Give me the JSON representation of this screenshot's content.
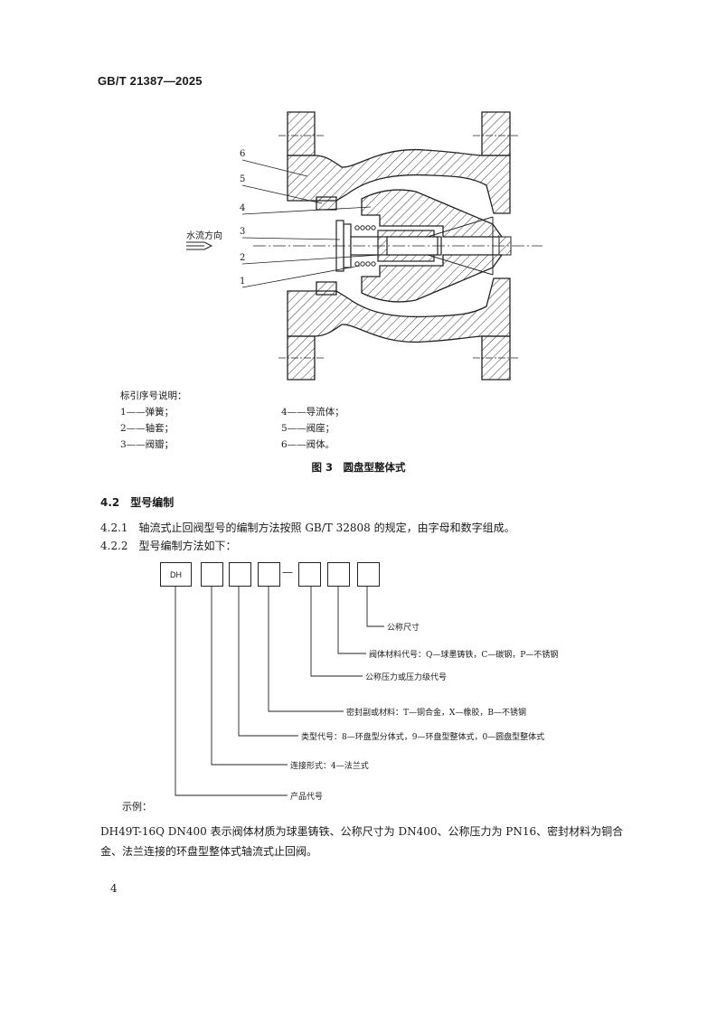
{
  "header": {
    "standard_no": "GB/T 21387—2025"
  },
  "figure": {
    "flow_direction_label": "水流方向",
    "callout_numbers": [
      "6",
      "5",
      "4",
      "3",
      "2",
      "1"
    ],
    "legend_title": "标引序号说明：",
    "legend_items": [
      {
        "text": "1——弹簧；"
      },
      {
        "text": "2——轴套；"
      },
      {
        "text": "3——阀瓣；"
      },
      {
        "text": "4——导流体；"
      },
      {
        "text": "5——阀座；"
      },
      {
        "text": "6——阀体。"
      }
    ],
    "caption": "图 3　圆盘型整体式"
  },
  "section": {
    "heading": "4.2　型号编制",
    "p1": "4.2.1　轴流式止回阀型号的编制方法按照 GB/T 32808 的规定，由字母和数字组成。",
    "p2": "4.2.2　型号编制方法如下："
  },
  "code_diagram": {
    "first_box": "DH",
    "dash": "—",
    "labels": [
      "公称尺寸",
      "阀体材料代号：Q—球墨铸铁，C—碳钢，P—不锈钢",
      "公称压力或压力级代号",
      "密封副或材料：T—铜合金，X—橡胶，B—不锈钢",
      "类型代号：8—环盘型分体式，9—环盘型整体式，0—圆盘型整体式",
      "连接形式：4—法兰式",
      "产品代号"
    ]
  },
  "example": {
    "label": "示例：",
    "text": "DH49T-16Q DN400 表示阀体材质为球墨铸铁、公称尺寸为 DN400、公称压力为 PN16、密封材料为铜合金、法兰连接的环盘型整体式轴流式止回阀。"
  },
  "page_number": "4"
}
